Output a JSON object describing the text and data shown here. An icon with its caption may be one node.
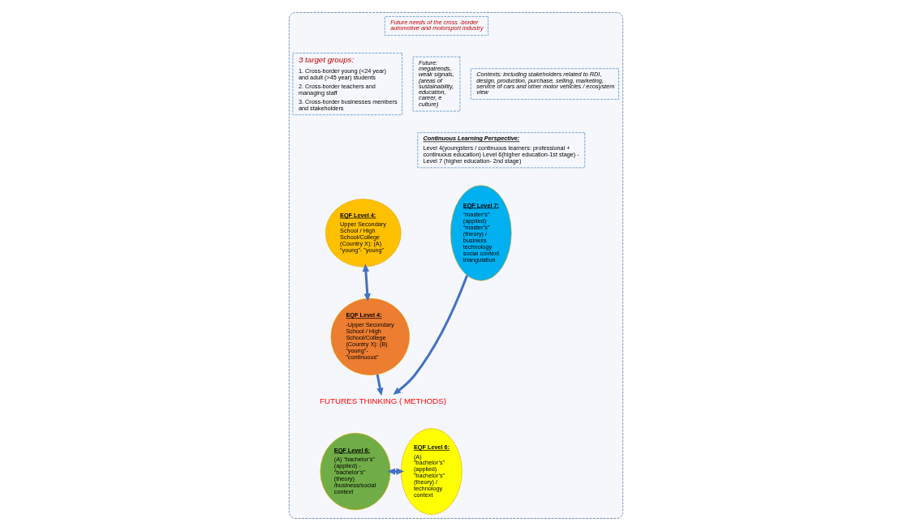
{
  "diagram": {
    "nodes": [
      {
        "text": [],
        "shape": "ellipse"
      },
      {
        "text": [
          "Future needs of the cross -border automotive and motorsport industry"
        ],
        "in": 0
      },
      {
        "text": [
          "3 target groups:",
          "1. Cross-border young (<24 year) and adult (>45 year) students",
          "2. Cross-border teachers and managing staff",
          "3. Cross-border businesses members and stakeholders"
        ],
        "in": 0
      },
      {
        "text": [
          "Future: megatrends, weak signals, (areas of sustainability, education, career, e culture)"
        ],
        "in": 0
      },
      {
        "text": [
          "Contexts: including stakeholders related to RDI, design, production, purchase, selling, marketing, service of cars and other motor vehicles / ecosystem view"
        ],
        "in": 0
      },
      {
        "text": [
          "Continuous Learning Perspective:",
          "Level 4(youngsters / continuous learners: professional + continuous education) Level 6(higher education-1st stage) - Level 7 (higher education- 2nd stage)"
        ],
        "in": 0
      },
      {
        "text": [
          "EQF Level 4:",
          "Upper Secondary School / High School/College (Country X): (A) “young”- ”young”"
        ],
        "in": 0
      },
      {
        "text": [
          "EQF Level 4:",
          "-Upper Secondary School / High School/College (Country X): (B) “young”- ”continuous”"
        ],
        "in": 0
      },
      {
        "text": [
          "FUTURES THINKING ( METHODS)"
        ],
        "in": 0
      },
      {
        "text": [
          "EQF Level 6:",
          "(A) “bachelor’s” (applied) - ”bachelor’s” (theory) /business/social context"
        ],
        "in": 0
      },
      {
        "text": [
          "EQF Level 6:",
          "(A) “bachelor’s” (applied) ”bachelor’s” (theory) / technology context"
        ],
        "in": 0
      },
      {
        "text": [
          "EQF Level 7:",
          "“master’s” (applied) “master’s” (theory) / business technology social context triangulation"
        ],
        "in": 0
      }
    ],
    "edges": [
      {
        "from": 6,
        "to": 7,
        "arrow": "both"
      },
      {
        "from": 7,
        "to": 8,
        "arrow": "to"
      },
      {
        "from": 11,
        "to": 8,
        "arrow": "to"
      },
      {
        "from": 9,
        "to": 10,
        "arrow": "both"
      }
    ]
  }
}
